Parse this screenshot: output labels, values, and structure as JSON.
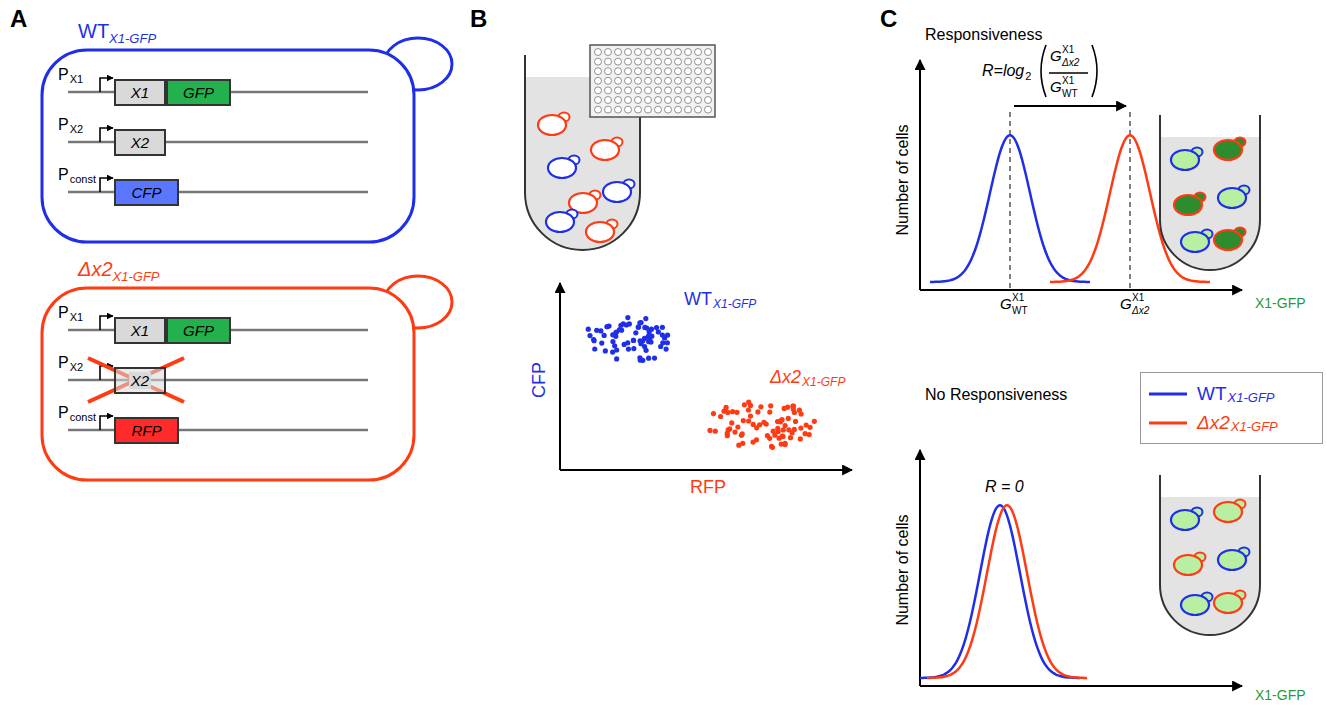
{
  "diagram": {
    "nodes": [
      {
        "text": [
          "WT",
          "X1-GFP"
        ]
      },
      {
        "text": [
          "X1"
        ],
        "in": 0
      },
      {
        "text": [
          "GFP"
        ],
        "in": 0
      },
      {
        "text": [
          "X2"
        ],
        "in": 0
      },
      {
        "text": [
          "CFP"
        ],
        "in": 0
      },
      {
        "text": [
          "Δx2",
          "X1-GFP"
        ]
      },
      {
        "text": [
          "X1"
        ],
        "in": 5
      },
      {
        "text": [
          "GFP"
        ],
        "in": 5
      },
      {
        "text": [
          "X2"
        ],
        "in": 5
      },
      {
        "text": [
          "RFP"
        ],
        "in": 5
      }
    ],
    "labels": [
      "A",
      "B",
      "C",
      "P",
      "X1",
      "P",
      "X2",
      "P",
      "const",
      "P",
      "X1",
      "P",
      "X2",
      "P",
      "const",
      "CFP",
      "RFP",
      "WT",
      "X1-GFP",
      "Δx2",
      "X1-GFP",
      "Responsiveness",
      "R=log",
      "2",
      "G",
      "X1",
      "Δx2",
      "G",
      "X1",
      "WT",
      "Number of cells",
      "G",
      "X1",
      "WT",
      "G",
      "X1",
      "Δx2",
      "X1-GFP",
      "No Responsiveness",
      "R = 0",
      "Number of cells",
      "X1-GFP",
      "X1-GFP",
      "X1-GFP"
    ],
    "legend": [
      {
        "text": "WT"
      },
      {
        "text": "Δx2"
      }
    ]
  }
}
